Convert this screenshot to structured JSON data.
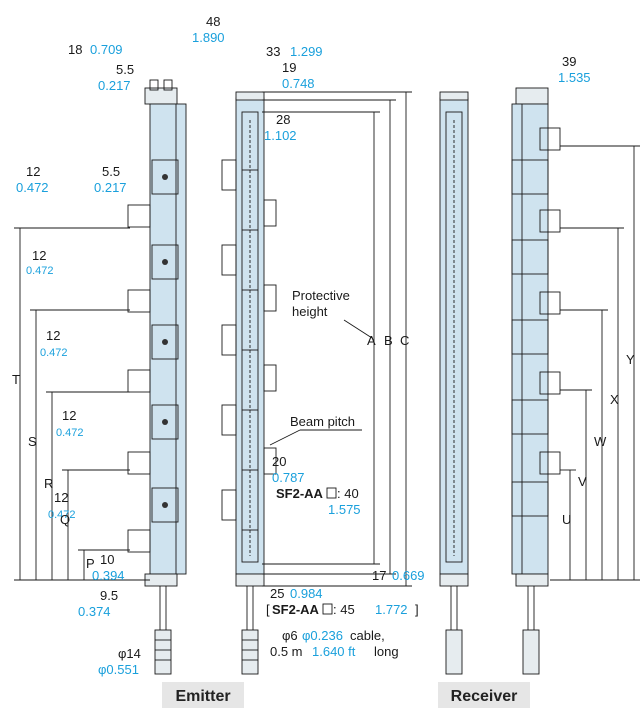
{
  "views": {
    "emitter_label": "Emitter",
    "receiver_label": "Receiver"
  },
  "dims": {
    "d48": "48",
    "d48in": "1.890",
    "d18": "18",
    "d18in": "0.709",
    "d55": "5.5",
    "d55in": "0.217",
    "d33": "33",
    "d33in": "1.299",
    "d19": "19",
    "d19in": "0.748",
    "d28": "28",
    "d28in": "1.102",
    "d39": "39",
    "d39in": "1.535",
    "d12": "12",
    "d12in": "0.472",
    "d55b": "5.5",
    "d55bin": "0.217",
    "d20": "20",
    "d20in": "0.787",
    "d10": "10",
    "d10in": "0.394",
    "d95": "9.5",
    "d95in": "0.374",
    "d14": "φ14",
    "d14in": "φ0.551",
    "d17": "17",
    "d17in": "0.669",
    "d25": "25",
    "d25in": "0.984",
    "sf40_model": "SF2-AA",
    "sf40_suffix": ": 40",
    "sf40in": "1.575",
    "sf45_model": "SF2-AA",
    "sf45_suffix": ": 45",
    "sf45in": "1.772",
    "cable1_mm": "φ6",
    "cable1_in": "φ0.236",
    "cable1_word": "cable,",
    "cable2_pre": "0.5 m",
    "cable2_in": "1.640 ft",
    "cable2_post": "long"
  },
  "labels": {
    "protective": "Protective",
    "height": "height",
    "beam_pitch": "Beam pitch",
    "A": "A",
    "B": "B",
    "C": "C",
    "T": "T",
    "S": "S",
    "R": "R",
    "Q": "Q",
    "P": "P",
    "Y": "Y",
    "X": "X",
    "W": "W",
    "V": "V",
    "U": "U"
  },
  "colors": {
    "accent": "#1aa0dc",
    "line": "#1a1a1a",
    "housing": "#cfe3ef"
  }
}
